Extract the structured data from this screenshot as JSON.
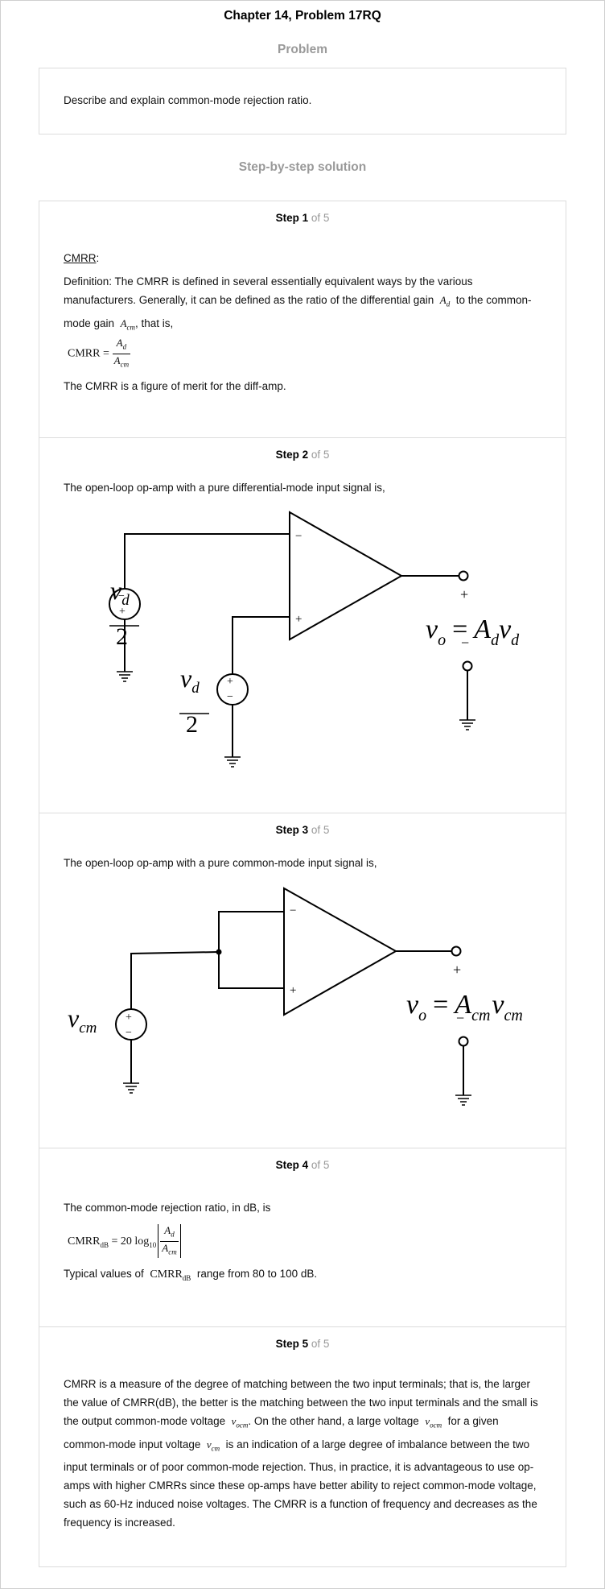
{
  "page": {
    "title": "Chapter 14, Problem 17RQ"
  },
  "problem": {
    "heading": "Problem",
    "text": "Describe and explain common-mode rejection ratio."
  },
  "solution": {
    "heading": "Step-by-step solution"
  },
  "step_word": "Step",
  "of_total": "of 5",
  "steps": [
    {
      "number": "1",
      "term": "CMRR",
      "term_suffix": ":",
      "definition_pre": "Definition: The CMRR is defined in several essentially equivalent ways by the various manufacturers. Generally, it can be defined as the ratio of the differential gain",
      "definition_mid": "to the common-mode gain",
      "definition_post": ", that is,",
      "formula_lhs": "CMRR =",
      "closing": "The CMRR is a figure of merit for the diff-amp."
    },
    {
      "number": "2",
      "text": "The open-loop op-amp with a pure differential-mode input signal is,",
      "diagram": {
        "source_num": "v",
        "source_num_sub": "d",
        "source_den": "2",
        "output_lhs": "v",
        "output_lhs_sub": "o",
        "output_eq": "=",
        "output_gain": "A",
        "output_gain_sub": "d",
        "output_var": "v",
        "output_var_sub": "d",
        "plus": "+",
        "minus": "−"
      }
    },
    {
      "number": "3",
      "text": "The open-loop op-amp with a pure common-mode input signal is,",
      "diagram": {
        "source": "v",
        "source_sub": "cm",
        "output_lhs": "v",
        "output_lhs_sub": "o",
        "output_eq": "=",
        "output_gain": "A",
        "output_gain_sub": "cm",
        "output_var": "v",
        "output_var_sub": "cm",
        "plus": "+",
        "minus": "−"
      }
    },
    {
      "number": "4",
      "text": "The common-mode rejection ratio, in dB, is",
      "formula_lhs": "CMRR",
      "formula_lhs_sub": "dB",
      "formula_eq": "= 20 log",
      "formula_log_base": "10",
      "typical_pre": "Typical values of",
      "typical_post": "range from 80 to 100 dB."
    },
    {
      "number": "5",
      "p1": "CMRR is a measure of the degree of matching between the two input terminals; that is, the larger the value of CMRR(dB), the better is the matching between the two input terminals and the small is the output common-mode voltage",
      "p2": ". On the other hand, a large voltage",
      "p3": "for a given common-mode input voltage",
      "p4": "is an indication of a large degree of imbalance between the two input terminals or of poor common-mode rejection. Thus, in practice, it is advantageous to use op-amps with higher CMRRs since these op-amps have better ability to reject common-mode voltage, such as 60-Hz induced noise voltages. The CMRR is a function of frequency and decreases as the frequency is increased."
    }
  ],
  "symbols": {
    "A": "A",
    "d": "d",
    "cm": "cm",
    "v": "v",
    "ocm": "ocm"
  }
}
